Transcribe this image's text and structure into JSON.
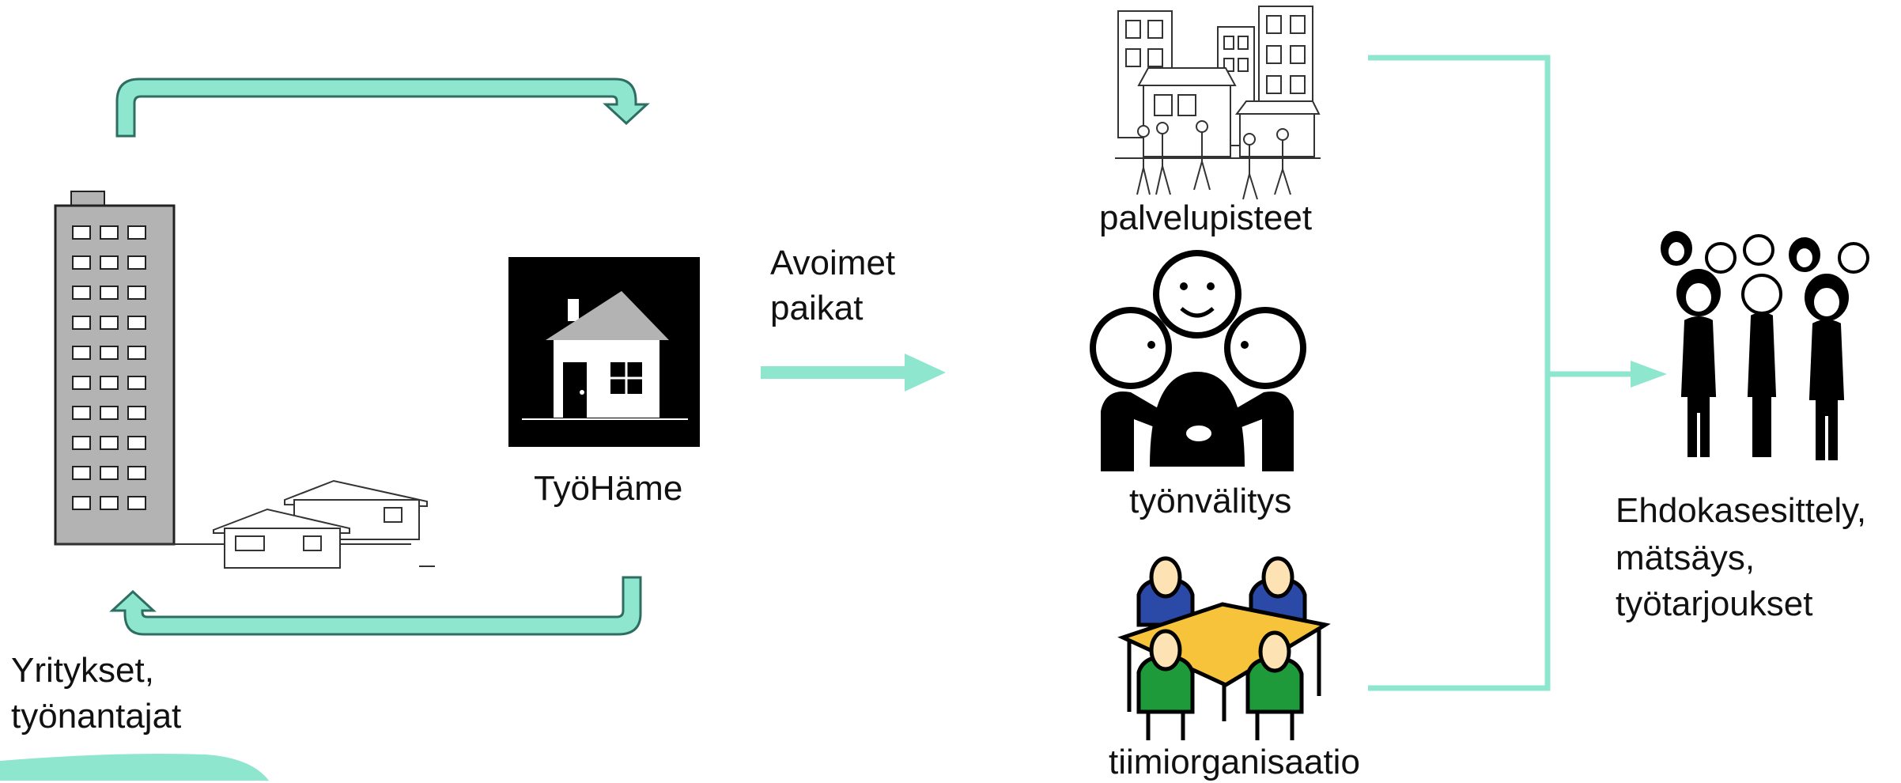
{
  "colors": {
    "accent": "#8ee6cf",
    "accent_dark": "#2e6e62",
    "building": "#b3b3b3",
    "table": "#f7c33b",
    "person_blue": "#2b4aa8",
    "person_green": "#1e9a3a"
  },
  "employers": {
    "line1": "Yritykset,",
    "line2": "työnantajat"
  },
  "hub": {
    "label": "TyöHäme"
  },
  "flow": {
    "line1": "Avoimet",
    "line2": "paikat"
  },
  "channels": [
    {
      "label": "palvelupisteet",
      "icon": "city-street-icon"
    },
    {
      "label": "työnvälitys",
      "icon": "handshake-people-icon"
    },
    {
      "label": "tiimiorganisaatio",
      "icon": "team-meeting-icon"
    }
  ],
  "outcome": {
    "line1": "Ehdokasesittely,",
    "line2": "mätsäys,",
    "line3": "työtarjoukset"
  }
}
